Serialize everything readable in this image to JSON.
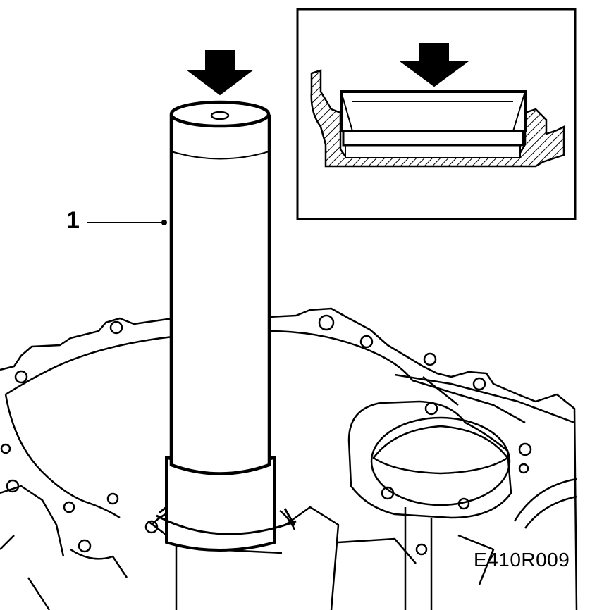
{
  "figure": {
    "callout_number": "1",
    "figure_code": "E410R009"
  },
  "parts": {
    "tool": "installer-drift",
    "housing": "transmission-case",
    "detail": "seal-installation-detail"
  },
  "colors": {
    "ink": "#000000",
    "paper": "#ffffff"
  }
}
